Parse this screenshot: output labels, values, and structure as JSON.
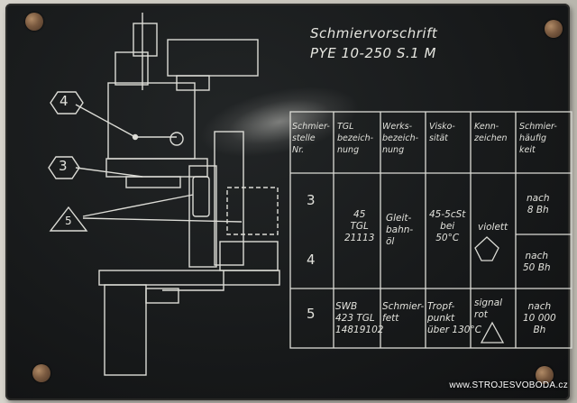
{
  "plate": {
    "title": "Schmiervorschrift",
    "subtitle": "PYE 10-250 S.1 M",
    "diagram_markers": {
      "m4": "4",
      "m3": "3",
      "m5": "5"
    },
    "table": {
      "headers": {
        "nr": "Schmier-\nstelle\nNr.",
        "tgl": "TGL\nbezeich-\nnung",
        "werks": "Werks-\nbezeich-\nnung",
        "visko": "Visko-\nsität",
        "kenn": "Kenn-\nzeichen",
        "haeufig": "Schmier-\nhäufig\nkeit"
      },
      "rows": {
        "r3": "3",
        "r4": "4",
        "r5": "5",
        "tgl_34": "45\nTGL\n21113",
        "werks_34": "Gleit-\nbahn-\nöl",
        "visko_34": "45-5cSt\nbei\n50°C",
        "kenn_34": "violett",
        "haeufig_3": "nach\n8 Bh",
        "haeufig_4": "nach\n50 Bh",
        "tgl_5": "SWB\n423 TGL\n14819102",
        "werks_5": "Schmier-\nfett",
        "visko_5": "Tropf-\npunkt\nüber 130°C",
        "kenn_5": "signal\nrot",
        "haeufig_5": "nach\n10 000\nBh"
      }
    }
  },
  "watermark": "www.STROJESVOBODA.cz",
  "colors": {
    "plate": "#17191a",
    "engraving": "#e2e2dc",
    "rivet": "#7a5a40"
  }
}
